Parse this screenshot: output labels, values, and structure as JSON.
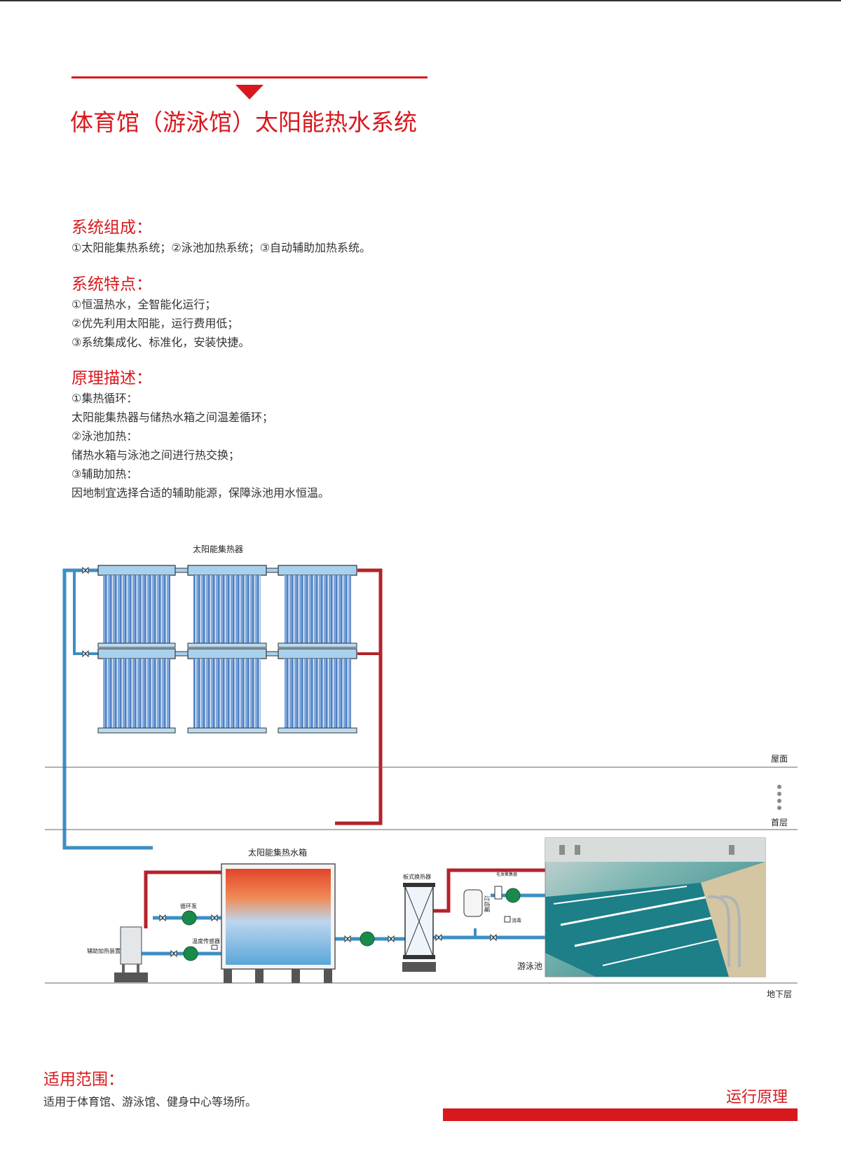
{
  "header": {
    "title": "体育馆（游泳馆）太阳能热水系统"
  },
  "sections": [
    {
      "heading": "系统组成：",
      "lines": [
        "①太阳能集热系统；②泳池加热系统；③自动辅助加热系统。"
      ]
    },
    {
      "heading": "系统特点：",
      "lines": [
        "①恒温热水，全智能化运行；",
        "②优先利用太阳能，运行费用低；",
        "③系统集成化、标准化，安装快捷。"
      ]
    },
    {
      "heading": "原理描述：",
      "lines": [
        "①集热循环：",
        "太阳能集热器与储热水箱之间温差循环；",
        "②泳池加热：",
        "储热水箱与泳池之间进行热交换；",
        "③辅助加热：",
        "因地制宜选择合适的辅助能源，保障泳池用水恒温。"
      ]
    }
  ],
  "diagram": {
    "collector_label": "太阳能集热器",
    "floor_roof": "屋面",
    "floor_ground": "首层",
    "floor_basement": "地下层",
    "tank_label": "太阳能集热水箱",
    "pump_label": "循环泵",
    "sensor_label": "温度传感器",
    "aux_heater_label": "辅助加热装置",
    "heat_exchanger_label": "板式换热器",
    "filter_label": "过滤罐",
    "hair_filter_label": "毛发聚集器",
    "disinfect_label": "消毒",
    "pool_label": "游泳池",
    "colors": {
      "hot_pipe": "#b3232a",
      "cold_pipe": "#3d8fc4",
      "pump": "#1a8a4a",
      "accent": "#d7191e"
    }
  },
  "footer": {
    "scope_heading": "适用范围：",
    "scope_text": "适用于体育馆、游泳馆、健身中心等场所。",
    "page_label": "运行原理"
  }
}
